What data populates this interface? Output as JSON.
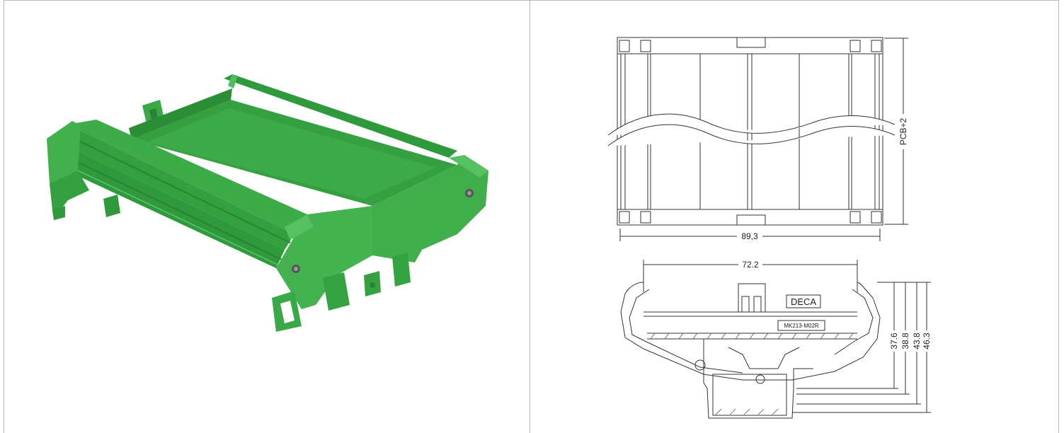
{
  "product_photo": {
    "color": "#39a845",
    "shade": "#2b8a37",
    "highlight": "#5fc46a"
  },
  "drawing": {
    "top_view": {
      "width_dim": "89,3",
      "length_dim": "PCB+2"
    },
    "front_view": {
      "inner_width_dim": "72.2",
      "brand": "DECA",
      "model": "MK213-M02R",
      "heights": [
        "37.6",
        "38.8",
        "43.8",
        "46.3"
      ]
    },
    "line_color": "#333333"
  }
}
